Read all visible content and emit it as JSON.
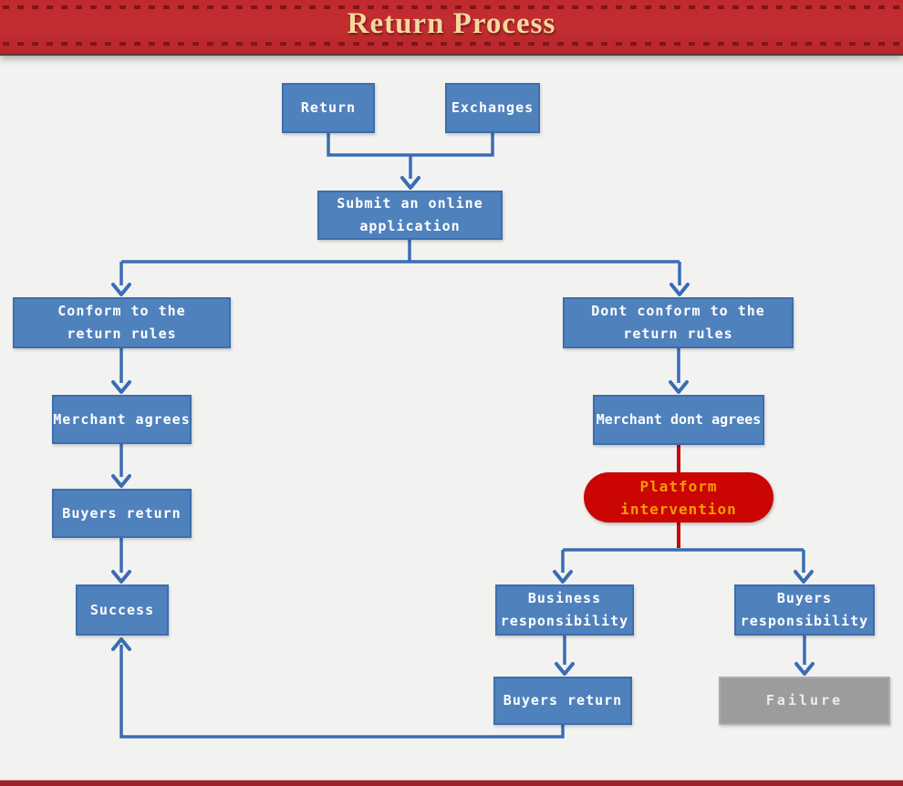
{
  "banner": {
    "title": "Return Process"
  },
  "colors": {
    "banner_red": "#c0292e",
    "banner_title_gold": "#f3d99e",
    "node_blue": "#4f81bd",
    "node_border_blue": "#3e6dad",
    "connector_blue": "#3a6cb5",
    "alert_oval_red": "#cb0404",
    "alert_oval_text_orange": "#f59c04",
    "alert_connector_red": "#c40808",
    "failure_gray": "#9c9c9c",
    "background_gray": "#f2f2f1",
    "bottom_strip_red": "#9e2429"
  },
  "flowchart": {
    "nodes": [
      {
        "id": "return",
        "label": "Return",
        "type": "process"
      },
      {
        "id": "exchanges",
        "label": "Exchanges",
        "type": "process"
      },
      {
        "id": "submit-application",
        "label": "Submit an online application",
        "type": "process"
      },
      {
        "id": "conform-rules",
        "label": "Conform to the return rules",
        "type": "process"
      },
      {
        "id": "dont-conform-rules",
        "label": "Dont conform to the return rules",
        "type": "process"
      },
      {
        "id": "merchant-agrees",
        "label": "Merchant agrees",
        "type": "process"
      },
      {
        "id": "buyers-return-left",
        "label": "Buyers return",
        "type": "process"
      },
      {
        "id": "success",
        "label": "Success",
        "type": "outcome"
      },
      {
        "id": "merchant-dont-agrees",
        "label": "Merchant dont agrees",
        "type": "process"
      },
      {
        "id": "platform-intervention",
        "label": "Platform intervention",
        "type": "alert-oval"
      },
      {
        "id": "business-responsibility",
        "label": "Business responsibility",
        "type": "process"
      },
      {
        "id": "buyers-responsibility",
        "label": "Buyers responsibility",
        "type": "process"
      },
      {
        "id": "buyers-return-right",
        "label": "Buyers return",
        "type": "process"
      },
      {
        "id": "failure",
        "label": "Failure",
        "type": "outcome-gray"
      }
    ]
  }
}
